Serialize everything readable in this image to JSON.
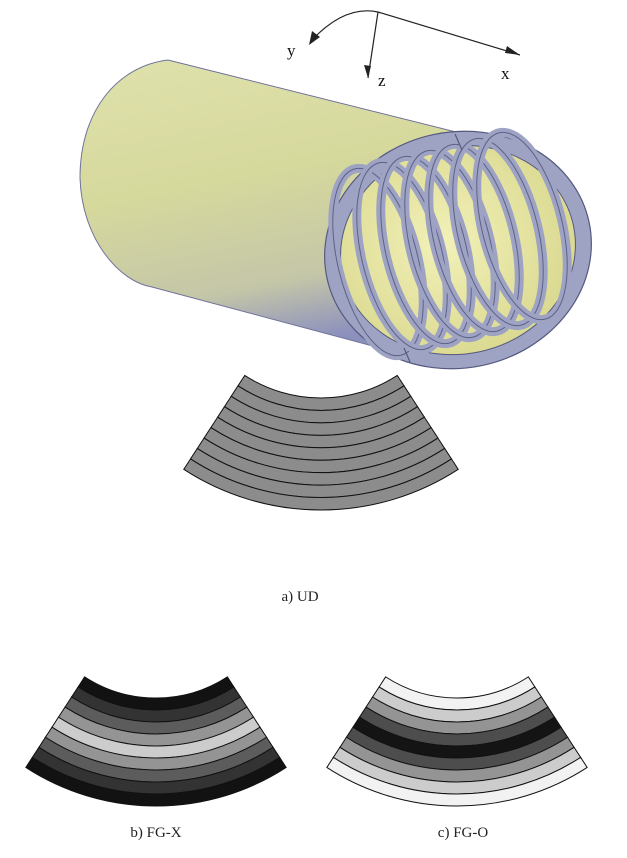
{
  "axes": {
    "x_label": "x",
    "y_label": "y",
    "z_label": "z"
  },
  "cylinder": {
    "layer_count": 9,
    "body_color": "#d9dca0",
    "shadow_color": "#8f94b8",
    "ring_color": "#9ea3c4"
  },
  "panels": [
    {
      "caption": "a) UD",
      "grades": [
        0.55,
        0.55,
        0.55,
        0.55,
        0.55,
        0.55,
        0.55,
        0.55,
        0.55
      ]
    },
    {
      "caption": "b) FG-X",
      "grades": [
        0.07,
        0.2,
        0.36,
        0.58,
        0.8,
        0.58,
        0.36,
        0.2,
        0.07
      ]
    },
    {
      "caption": "c) FG-O",
      "grades": [
        0.95,
        0.8,
        0.58,
        0.3,
        0.08,
        0.3,
        0.58,
        0.8,
        0.95
      ]
    }
  ]
}
